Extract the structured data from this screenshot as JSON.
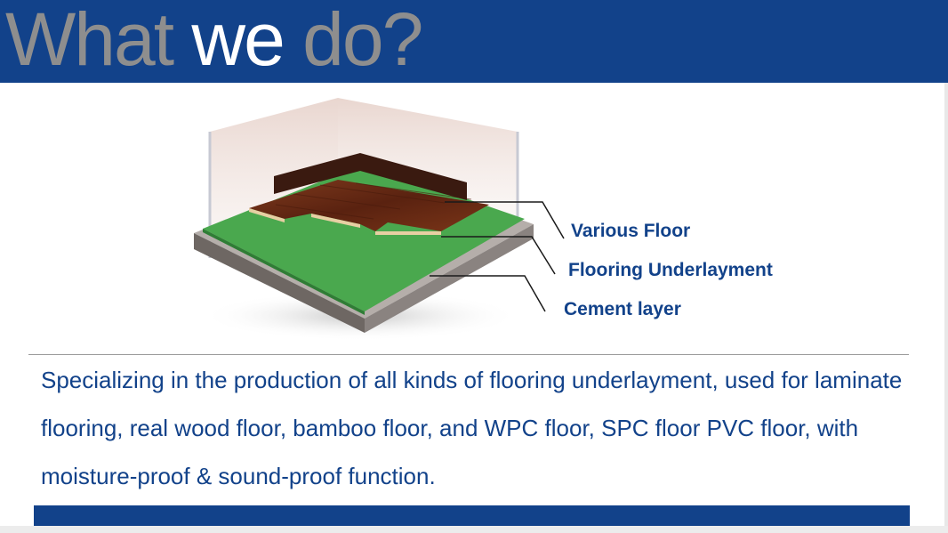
{
  "header": {
    "title_part1": "What ",
    "title_part2": "we",
    "title_part3": " do?",
    "color": "#12428a"
  },
  "diagram": {
    "labels": {
      "various_floor": "Various Floor",
      "underlayment": "Flooring Underlayment",
      "cement": "Cement layer"
    },
    "colors": {
      "wall": "#eddcd6",
      "wood": "#6b2a14",
      "underlayment": "#4aa84e",
      "cement": "#7b7470"
    }
  },
  "description": {
    "text": " Specializing in the production of all kinds of flooring underlayment, used for laminate flooring, real wood floor, bamboo floor, and WPC floor, SPC floor PVC floor, with moisture-proof & sound-proof function."
  }
}
